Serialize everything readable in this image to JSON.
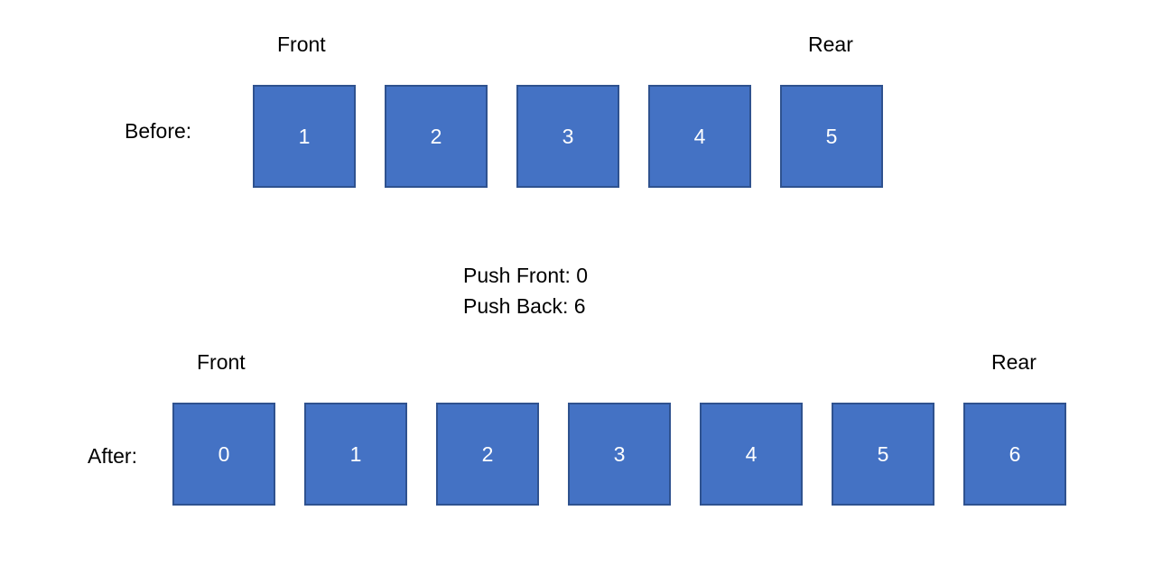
{
  "before": {
    "label": "Before:",
    "front_label": "Front",
    "rear_label": "Rear",
    "values": [
      "1",
      "2",
      "3",
      "4",
      "5"
    ]
  },
  "operations": [
    "Push Front: 0",
    "Push Back: 6"
  ],
  "after": {
    "label": "After:",
    "front_label": "Front",
    "rear_label": "Rear",
    "values": [
      "0",
      "1",
      "2",
      "3",
      "4",
      "5",
      "6"
    ]
  },
  "colors": {
    "cell_fill": "#4472c4",
    "cell_border": "#2f528f",
    "cell_text": "#ffffff",
    "text": "#000000"
  }
}
